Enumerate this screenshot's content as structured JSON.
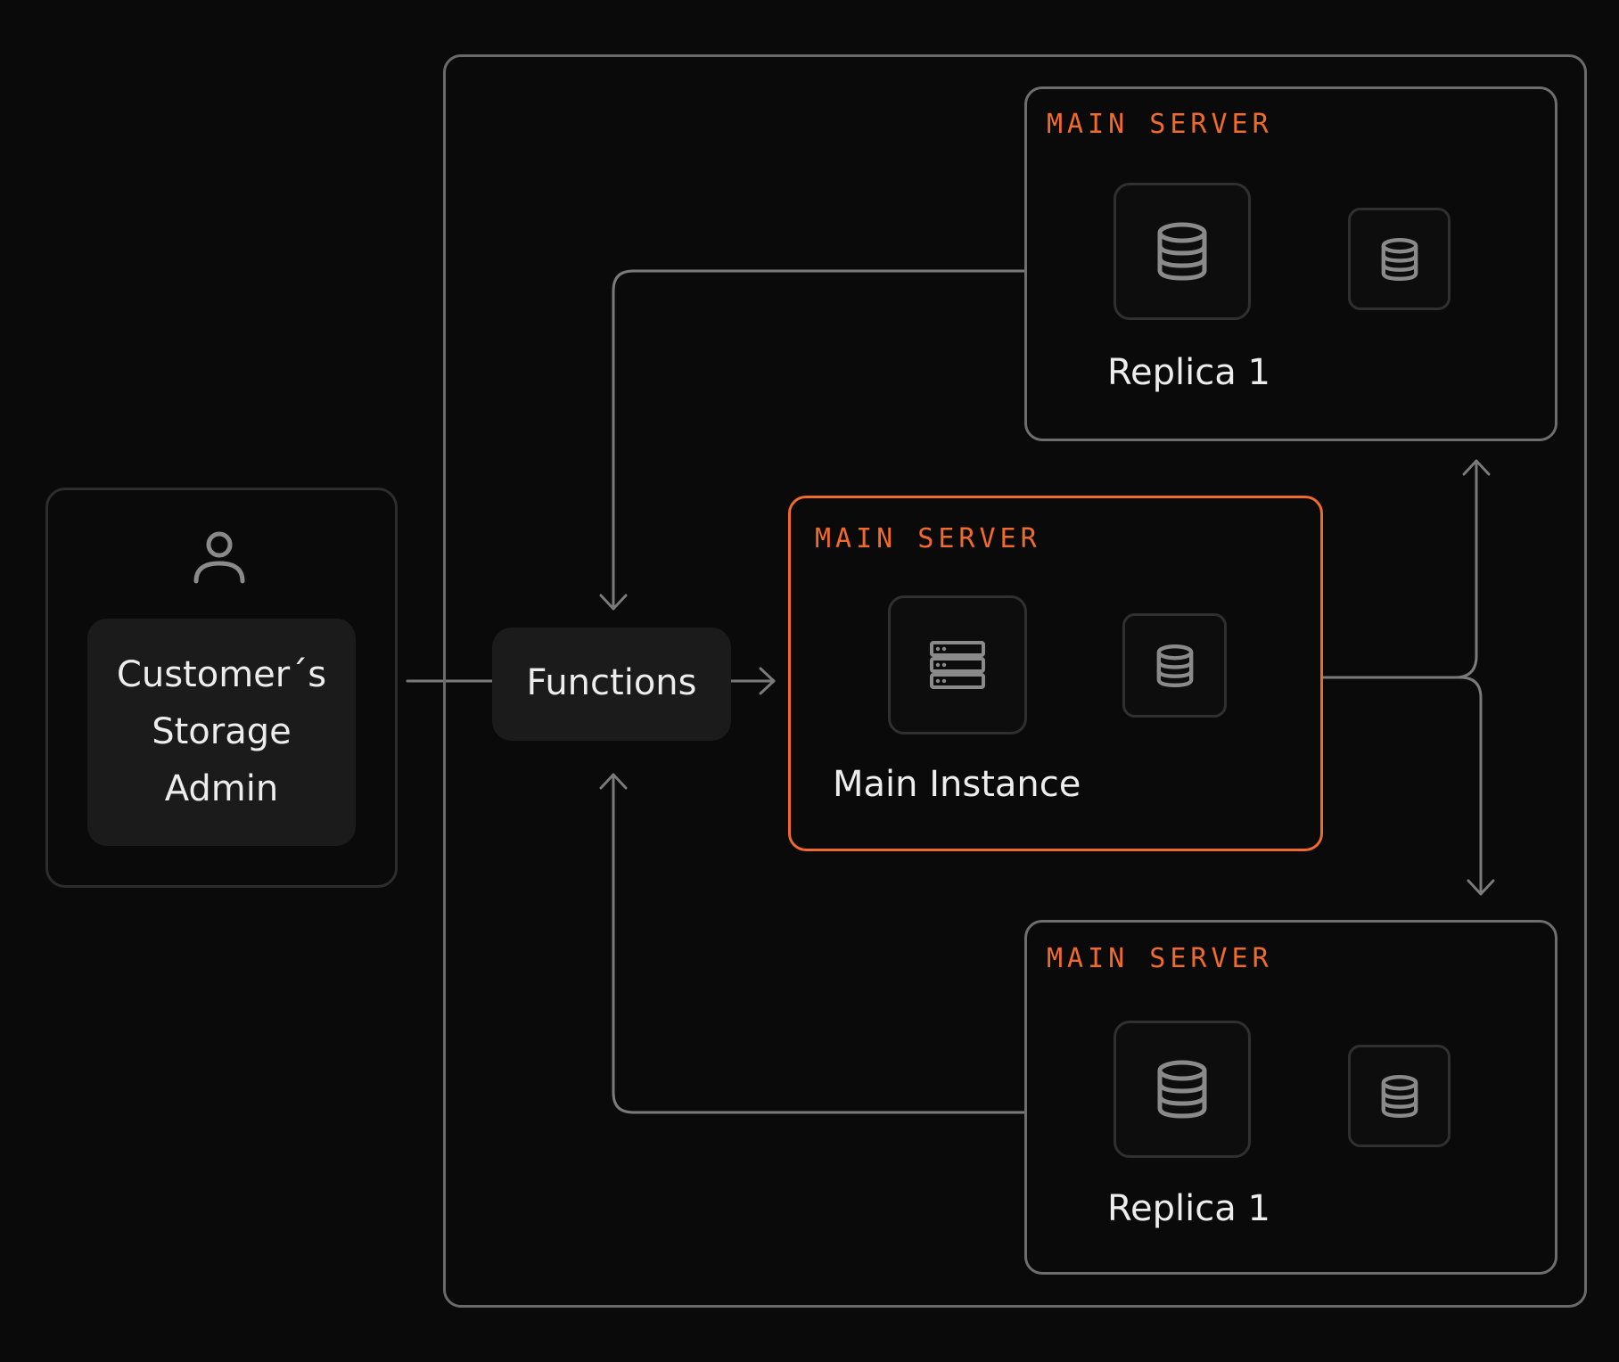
{
  "admin": {
    "icon": "user-icon",
    "lines": [
      "Customer´s",
      "Storage",
      "Admin"
    ]
  },
  "functions": {
    "label": "Functions"
  },
  "servers": {
    "top": {
      "tag": "MAIN SERVER",
      "name": "Replica 1",
      "icon": "database-icon",
      "secondary_icon": "database-icon"
    },
    "main": {
      "tag": "MAIN SERVER",
      "name": "Main Instance",
      "icon": "server-rack-icon",
      "secondary_icon": "database-icon"
    },
    "bottom": {
      "tag": "MAIN SERVER",
      "name": "Replica 1",
      "icon": "database-icon",
      "secondary_icon": "database-icon"
    }
  },
  "colors": {
    "background": "#0a0a0a",
    "accent": "#f06a2c",
    "border": "#6e6e6e",
    "panel": "#1b1b1b",
    "text": "#ededed"
  }
}
